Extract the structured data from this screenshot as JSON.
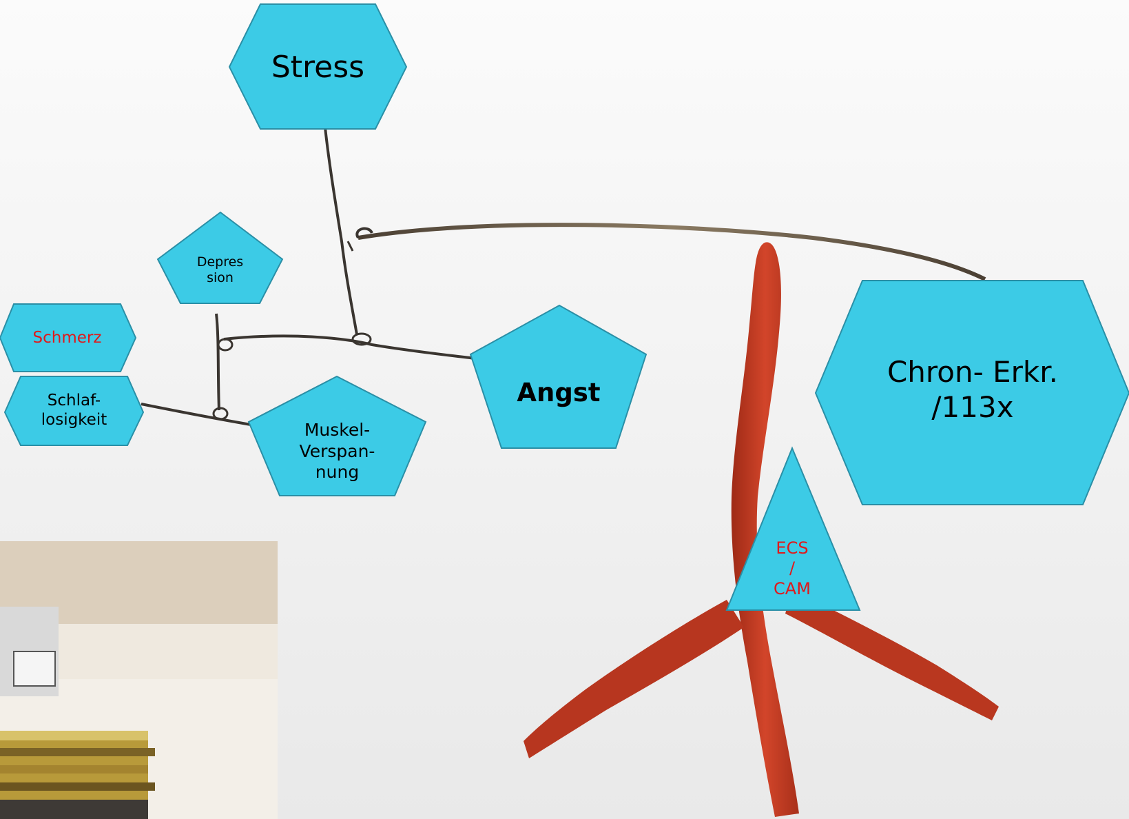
{
  "nodes": {
    "stress": {
      "label": "Stress",
      "color": "#000000"
    },
    "depression": {
      "label": "Depres\nsion",
      "color": "#000000"
    },
    "schmerz": {
      "label": "Schmerz",
      "color": "#e0191b"
    },
    "schlaflosigkeit": {
      "label": "Schlaf-\nlosigkeit",
      "color": "#000000"
    },
    "muskelverspannung": {
      "label": "Muskel-\nVerspan-\nnung",
      "color": "#000000"
    },
    "angst": {
      "label": "Angst",
      "color": "#000000"
    },
    "chron": {
      "label": "Chron- Erkr.\n/113x",
      "color": "#000000"
    },
    "ecs": {
      "label": "ECS\n/\nCAM",
      "color": "#e0191b"
    }
  },
  "colors": {
    "shape_fill": "#3ccbe6",
    "shape_stroke": "#2a8fa6",
    "sculpture_red": "#c43a22",
    "wire": "#3a3530",
    "background": "#f4f4f4"
  }
}
